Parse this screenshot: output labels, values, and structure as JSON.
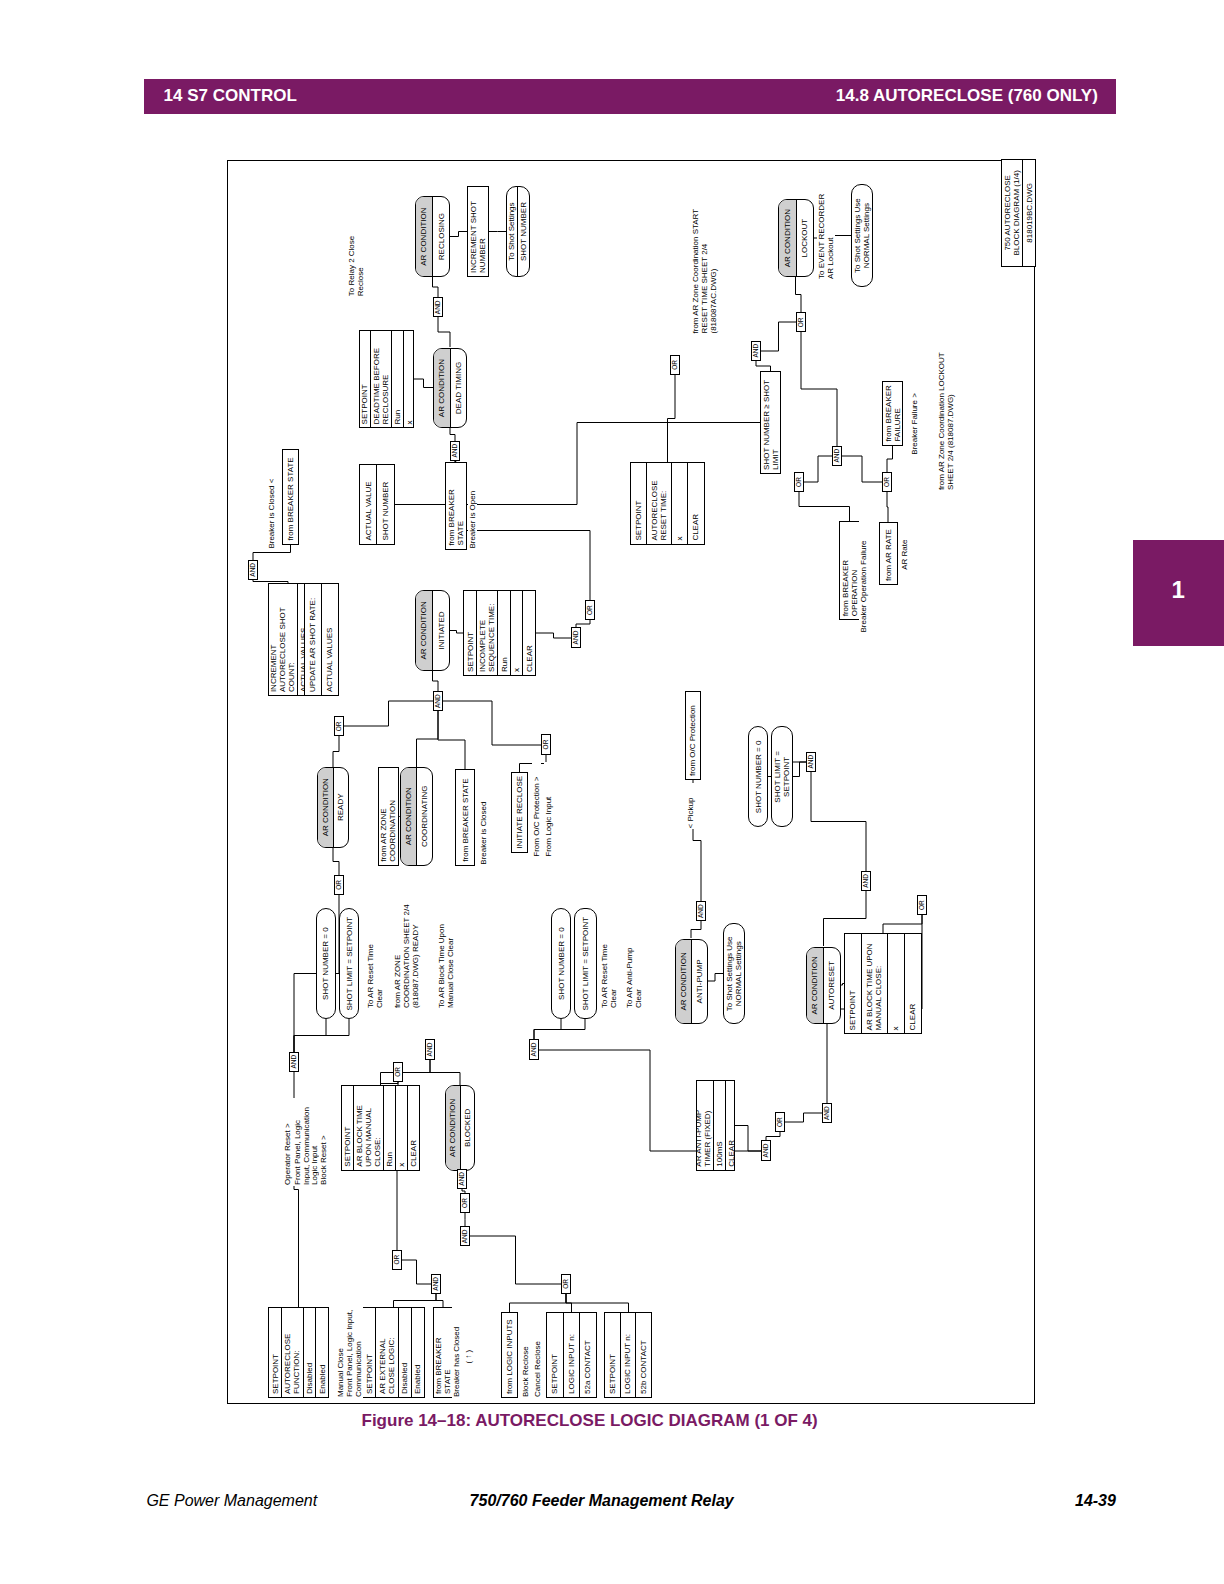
{
  "diagram": {
    "title": "14.8 AUTORECLOSE (760 ONLY)",
    "caption": "Figure 14–18: AUTORECLOSE LOGIC DIAGRAM (1 OF 4)",
    "nodes": [
      {
        "text": [
          "750 AUTORECLOSE BLOCK DIAGRAM (1/4)",
          "818019BC.DWG"
        ]
      },
      {
        "text": [
          "SETPOINT",
          "AUTORECLOSE FUNCTION:",
          "Disabled",
          "Enabled"
        ]
      },
      {
        "text": [
          "SETPOINT",
          "AR EXTERNAL CLOSE LOGIC:",
          "Disabled",
          "Enabled"
        ]
      },
      {
        "text": [
          "from BREAKER STATE"
        ]
      },
      {
        "text": [
          "from LOGIC INPUTS"
        ]
      },
      {
        "text": [
          "SETPOINT",
          "LOGIC INPUT n:",
          "52a CONTACT"
        ]
      },
      {
        "text": [
          "SETPOINT",
          "LOGIC INPUT n:",
          "52b CONTACT"
        ]
      },
      {
        "text": [
          "SETPOINT",
          "AR BLOCK TIME UPON MANUAL CLOSE:",
          "Run",
          "x",
          "CLEAR"
        ]
      },
      {
        "text": [
          "AR CONDITION",
          "BLOCKED"
        ]
      },
      {
        "text": [
          "SHOT NUMBER = 0"
        ]
      },
      {
        "text": [
          "SHOT LIMIT = SETPOINT"
        ]
      },
      {
        "text": [
          "AR CONDITION",
          "READY"
        ]
      },
      {
        "text": [
          "from AR ZONE COORDINATION"
        ]
      },
      {
        "text": [
          "AR CONDITION",
          "COORDINATING"
        ]
      },
      {
        "text": [
          "from BREAKER STATE"
        ]
      },
      {
        "text": [
          "INITIATE RECLOSE"
        ]
      },
      {
        "text": [
          "from O/C Protection"
        ]
      },
      {
        "text": [
          "SHOT NUMBER = 0"
        ]
      },
      {
        "text": [
          "SHOT LIMIT = SETPOINT"
        ]
      },
      {
        "text": [
          "AR CONDITION",
          "ANTI-PUMP"
        ]
      },
      {
        "text": [
          "To Shot Settings Use NORMAL Settings"
        ]
      },
      {
        "text": [
          "AR ANTI-PUMP TIMER (FIXED)",
          "100mS",
          "CLEAR"
        ]
      },
      {
        "text": [
          "SHOT NUMBER = 0"
        ]
      },
      {
        "text": [
          "SHOT LIMIT = SETPOINT"
        ]
      },
      {
        "text": [
          "AR CONDITION",
          "AUTORESET"
        ]
      },
      {
        "text": [
          "SETPOINT",
          "AR BLOCK TIME UPON MANUAL CLOSE:",
          "x",
          "CLEAR"
        ]
      },
      {
        "text": [
          "INCREMENT AUTORECLOSE SHOT COUNT:",
          "ACTUAL VALUES"
        ]
      },
      {
        "text": [
          "UPDATE AR SHOT RATE:",
          "ACTUAL VALUES"
        ]
      },
      {
        "text": [
          "from BREAKER STATE"
        ]
      },
      {
        "text": [
          "SETPOINT",
          "DEADTIME BEFORE RECLOSURE",
          "Run",
          "x"
        ]
      },
      {
        "text": [
          "AR CONDITION",
          "DEAD TIMING"
        ]
      },
      {
        "text": [
          "ACTUAL VALUE",
          "SHOT NUMBER"
        ]
      },
      {
        "text": [
          "from BREAKER STATE"
        ]
      },
      {
        "text": [
          "AR CONDITION",
          "INITIATED"
        ]
      },
      {
        "text": [
          "SETPOINT",
          "INCOMPLETE SEQUENCE TIME:",
          "Run",
          "x",
          "CLEAR"
        ]
      },
      {
        "text": [
          "AR CONDITION",
          "RECLOSING"
        ]
      },
      {
        "text": [
          "INCREMENT SHOT NUMBER"
        ]
      },
      {
        "text": [
          "To Shot Settings",
          "SHOT NUMBER"
        ]
      },
      {
        "text": [
          "SETPOINT",
          "AUTORECLOSE RESET TIME:",
          "x",
          "CLEAR"
        ]
      },
      {
        "text": [
          "SHOT NUMBER ≥ SHOT LIMIT"
        ]
      },
      {
        "text": [
          "from BREAKER FAILURE"
        ]
      },
      {
        "text": [
          "from BREAKER OPERATION"
        ]
      },
      {
        "text": [
          "from AR RATE"
        ]
      },
      {
        "text": [
          "AR CONDITION",
          "LOCKOUT"
        ]
      },
      {
        "text": [
          "To Shot Settings Use NORMAL Settings"
        ]
      },
      {
        "text": [
          "AND"
        ]
      },
      {
        "text": [
          "OR"
        ]
      },
      {
        "text": [
          "AND"
        ]
      },
      {
        "text": [
          "AND"
        ]
      },
      {
        "text": [
          "OR"
        ]
      },
      {
        "text": [
          "AND"
        ]
      },
      {
        "text": [
          "OR"
        ]
      },
      {
        "text": [
          "AND"
        ]
      },
      {
        "text": [
          "OR"
        ]
      },
      {
        "text": [
          "OR"
        ]
      },
      {
        "text": [
          "OR"
        ]
      },
      {
        "text": [
          "AND"
        ]
      },
      {
        "text": [
          "AND"
        ]
      },
      {
        "text": [
          "AND"
        ]
      },
      {
        "text": [
          "AND"
        ]
      },
      {
        "text": [
          "OR"
        ]
      },
      {
        "text": [
          "OR"
        ]
      },
      {
        "text": [
          "AND"
        ]
      },
      {
        "text": [
          "OR"
        ]
      },
      {
        "text": [
          "AND"
        ]
      },
      {
        "text": [
          "OR"
        ]
      },
      {
        "text": [
          "AND"
        ]
      },
      {
        "text": [
          "OR"
        ]
      },
      {
        "text": [
          "OR"
        ]
      },
      {
        "text": [
          "AND"
        ]
      },
      {
        "text": [
          "AND"
        ]
      },
      {
        "text": [
          "AND"
        ]
      },
      {
        "text": [
          "OR"
        ]
      },
      {
        "text": [
          "AND"
        ]
      },
      {
        "text": [
          "AND"
        ]
      },
      {
        "text": [
          "AND"
        ]
      },
      {
        "text": [
          "OR"
        ]
      }
    ],
    "edges": [
      {
        "from": 1,
        "to": 45,
        "arrow": "none"
      },
      {
        "from": 9,
        "to": 45,
        "arrow": "none"
      },
      {
        "from": 10,
        "to": 45,
        "arrow": "none"
      },
      {
        "from": 45,
        "to": 54,
        "arrow": "none"
      },
      {
        "from": 54,
        "to": 11,
        "arrow": "none"
      },
      {
        "from": 2,
        "to": 52,
        "arrow": "none"
      },
      {
        "from": 3,
        "to": 52,
        "arrow": "none"
      },
      {
        "from": 52,
        "to": 51,
        "arrow": "none"
      },
      {
        "from": 51,
        "to": 46,
        "arrow": "none"
      },
      {
        "from": 46,
        "to": 7,
        "arrow": "none"
      },
      {
        "from": 7,
        "to": 47,
        "arrow": "none"
      },
      {
        "from": 47,
        "to": 8,
        "arrow": "none"
      },
      {
        "from": 8,
        "to": 48,
        "arrow": "none"
      },
      {
        "from": 48,
        "to": 49,
        "arrow": "none"
      },
      {
        "from": 49,
        "to": 50,
        "arrow": "none"
      },
      {
        "from": 4,
        "to": 53,
        "arrow": "none"
      },
      {
        "from": 5,
        "to": 53,
        "arrow": "none"
      },
      {
        "from": 6,
        "to": 53,
        "arrow": "none"
      },
      {
        "from": 53,
        "to": 50,
        "arrow": "none"
      },
      {
        "from": 11,
        "to": 55,
        "arrow": "none"
      },
      {
        "from": 55,
        "to": 57,
        "arrow": "none"
      },
      {
        "from": 12,
        "to": 13,
        "arrow": "none"
      },
      {
        "from": 13,
        "to": 57,
        "arrow": "none"
      },
      {
        "from": 14,
        "to": 57,
        "arrow": "none"
      },
      {
        "from": 15,
        "to": 60,
        "arrow": "none"
      },
      {
        "from": 60,
        "to": 57,
        "arrow": "none"
      },
      {
        "from": 57,
        "to": 33,
        "arrow": "none"
      },
      {
        "from": 33,
        "to": 34,
        "arrow": "none"
      },
      {
        "from": 34,
        "to": 62,
        "arrow": "none"
      },
      {
        "from": 62,
        "to": 61,
        "arrow": "none"
      },
      {
        "from": 61,
        "to": 58,
        "arrow": "none"
      },
      {
        "from": 32,
        "to": 58,
        "arrow": "none"
      },
      {
        "from": 58,
        "to": 30,
        "arrow": "none"
      },
      {
        "from": 29,
        "to": 30,
        "arrow": "none"
      },
      {
        "from": 30,
        "to": 59,
        "arrow": "none"
      },
      {
        "from": 59,
        "to": 35,
        "arrow": "none"
      },
      {
        "from": 35,
        "to": 36,
        "arrow": "none"
      },
      {
        "from": 36,
        "to": 37,
        "arrow": "none"
      },
      {
        "from": 28,
        "to": 56,
        "arrow": "none"
      },
      {
        "from": 56,
        "to": 26,
        "arrow": "none"
      },
      {
        "from": 26,
        "to": 27,
        "arrow": "none"
      },
      {
        "from": 31,
        "to": 39,
        "arrow": "none"
      },
      {
        "from": 38,
        "to": 63,
        "arrow": "none"
      },
      {
        "from": 39,
        "to": 64,
        "arrow": "none"
      },
      {
        "from": 64,
        "to": 65,
        "arrow": "none"
      },
      {
        "from": 65,
        "to": 43,
        "arrow": "none"
      },
      {
        "from": 43,
        "to": 44,
        "arrow": "none"
      },
      {
        "from": 40,
        "to": 68,
        "arrow": "none"
      },
      {
        "from": 42,
        "to": 68,
        "arrow": "none"
      },
      {
        "from": 68,
        "to": 66,
        "arrow": "none"
      },
      {
        "from": 41,
        "to": 67,
        "arrow": "none"
      },
      {
        "from": 67,
        "to": 66,
        "arrow": "none"
      },
      {
        "from": 66,
        "to": 65,
        "arrow": "none"
      },
      {
        "from": 16,
        "to": 69,
        "arrow": "none"
      },
      {
        "from": 69,
        "to": 19,
        "arrow": "none"
      },
      {
        "from": 19,
        "to": 20,
        "arrow": "none"
      },
      {
        "from": 17,
        "to": 70,
        "arrow": "none"
      },
      {
        "from": 18,
        "to": 70,
        "arrow": "none"
      },
      {
        "from": 70,
        "to": 71,
        "arrow": "none"
      },
      {
        "from": 71,
        "to": 21,
        "arrow": "none"
      },
      {
        "from": 72,
        "to": 71,
        "arrow": "none"
      },
      {
        "from": 22,
        "to": 74,
        "arrow": "none"
      },
      {
        "from": 23,
        "to": 74,
        "arrow": "none"
      },
      {
        "from": 74,
        "to": 75,
        "arrow": "none"
      },
      {
        "from": 75,
        "to": 24,
        "arrow": "none"
      },
      {
        "from": 24,
        "to": 25,
        "arrow": "none"
      },
      {
        "from": 25,
        "to": 76,
        "arrow": "none"
      },
      {
        "from": 76,
        "to": 73,
        "arrow": "none"
      },
      {
        "from": 73,
        "to": 72,
        "arrow": "none"
      }
    ],
    "labels": [
      "14 S7 CONTROL",
      "1",
      "Manual Close",
      "Front Panel, Logic Input, Communication",
      "Breaker has Closed",
      "( ↑ )",
      "Block Reclose",
      "Cancel Reclose",
      "Operator Reset >",
      "Front Panel, Logic Input, Communication",
      "Logic Input",
      "Block Reset >",
      "To AR Reset Time Clear",
      "from AR ZONE COORDINATION SHEET 2/4 (818087.DWG) READY",
      "To AR Block Time Upon Manual Close Clear",
      "Breaker is Closed",
      "From O/C Protection >",
      "From Logic Input",
      "< Pickup",
      "To AR Reset Time Clear",
      "To AR Anti-Pump Clear",
      "Breaker is Closed <",
      "To Relay 2 Close Reclose",
      "Breaker is Open",
      "from AR Zone Coordination START RESET TIME SHEET 2/4 (818087AC.DWG)",
      "Breaker Failure >",
      "Breaker Operation Failure",
      "AR Rate",
      "from AR Zone Coordination LOCKOUT SHEET 2/4 (818087.DWG)",
      "To EVENT RECORDER AR Lockout",
      "GE Power Management",
      "750/760 Feeder Management Relay",
      "14-39"
    ]
  }
}
